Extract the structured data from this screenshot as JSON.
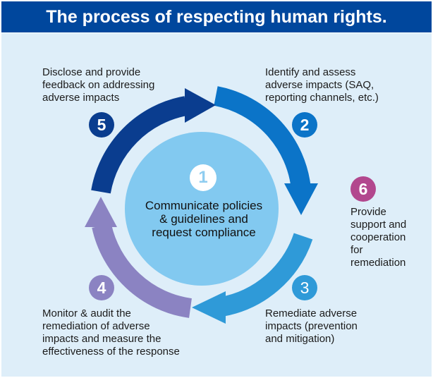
{
  "title": "The process of respecting human rights.",
  "colors": {
    "header": "#00479d",
    "background": "#deeef9",
    "center_circle": "#82c9f0",
    "arrow_top_left": "#0a3d8f",
    "arrow_top_right": "#0b74c8",
    "arrow_bottom_right": "#2f9ad8",
    "arrow_bottom_left": "#8b83c2",
    "badge_6": "#b2478e"
  },
  "steps": [
    {
      "number": "1",
      "text": "Communicate policies\n& guidelines and\nrequest compliance"
    },
    {
      "number": "2",
      "text": "Identify and assess\nadverse impacts (SAQ,\nreporting channels, etc.)"
    },
    {
      "number": "3",
      "text": "Remediate adverse\nimpacts (prevention\nand mitigation)"
    },
    {
      "number": "4",
      "text": "Monitor & audit the\nremediation of adverse\nimpacts and measure the\neffectiveness of the response"
    },
    {
      "number": "5",
      "text": "Disclose and provide\nfeedback on addressing\nadverse impacts"
    },
    {
      "number": "6",
      "text": "Provide\nsupport and\ncooperation\nfor\nremediation"
    }
  ]
}
